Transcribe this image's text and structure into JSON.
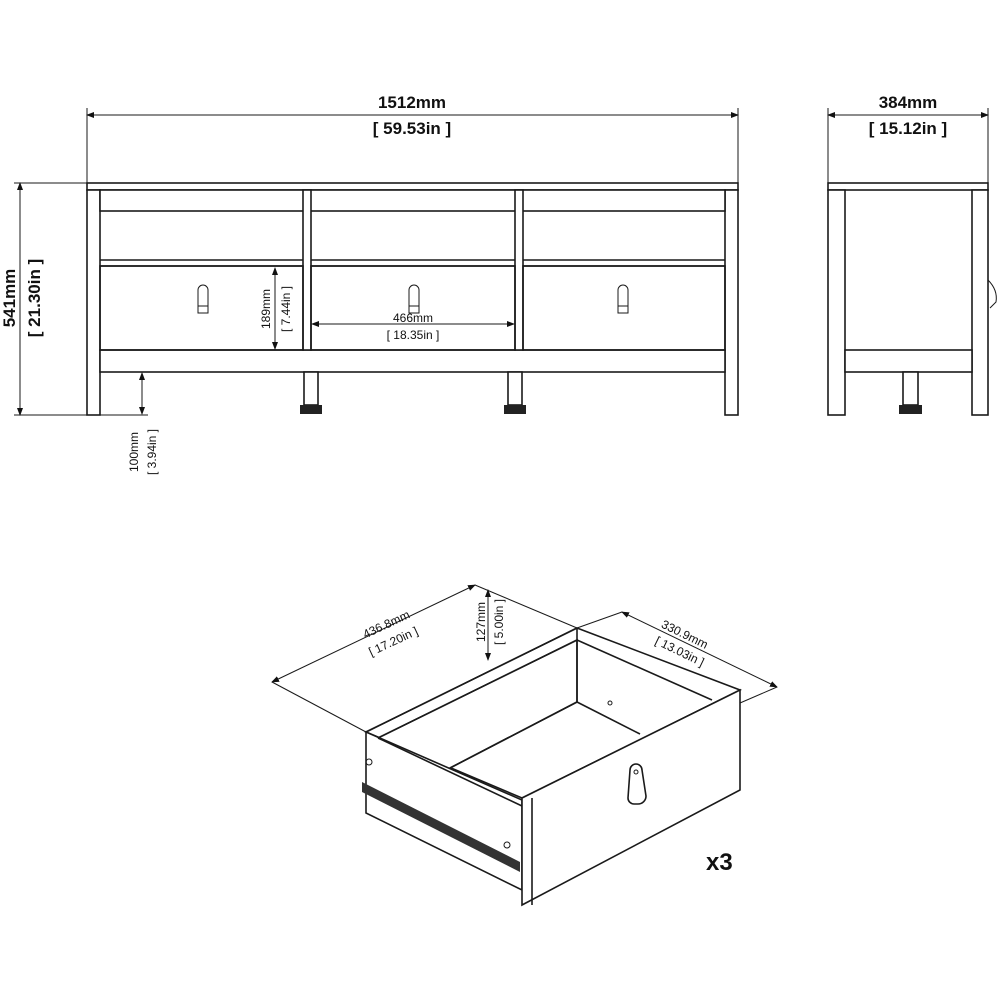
{
  "front_view": {
    "width_mm": "1512mm",
    "width_in": "[ 59.53in ]",
    "height_mm": "541mm",
    "height_in": "[ 21.30in ]",
    "drawer_height_mm": "189mm",
    "drawer_height_in": "[ 7.44in ]",
    "drawer_width_mm": "466mm",
    "drawer_width_in": "[ 18.35in ]",
    "leg_height_mm": "100mm",
    "leg_height_in": "[ 3.94in ]"
  },
  "side_view": {
    "depth_mm": "384mm",
    "depth_in": "[ 15.12in ]"
  },
  "drawer": {
    "length_mm": "436.8mm",
    "length_in": "[ 17.20in ]",
    "height_mm": "127mm",
    "height_in": "[ 5.00in ]",
    "width_mm": "330.9mm",
    "width_in": "[ 13.03in ]",
    "quantity": "x3"
  }
}
